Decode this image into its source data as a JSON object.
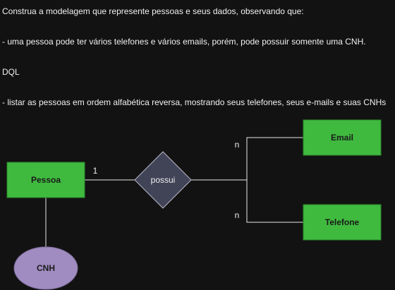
{
  "text": {
    "line1": "Construa a modelagem que represente pessoas e seus dados, observando que:",
    "line2": "- uma pessoa pode ter vários telefones e vários emails, porém, pode possuir somente uma CNH.",
    "line3": "DQL",
    "line4": "- listar as pessoas em ordem alfabética reversa, mostrando seus telefones, seus e-mails e suas CNHs"
  },
  "diagram": {
    "entities": {
      "pessoa": "Pessoa",
      "email": "Email",
      "telefone": "Telefone"
    },
    "relationship": "possui",
    "attribute": "CNH",
    "cardinality": {
      "pessoa": "1",
      "email": "n",
      "telefone": "n"
    }
  },
  "colors": {
    "entity_fill": "#3fba3f",
    "relationship_fill": "#414356",
    "attribute_fill": "#a08cc0",
    "line": "#e8e8e8",
    "background": "#121212",
    "text": "#f0f0f0"
  }
}
